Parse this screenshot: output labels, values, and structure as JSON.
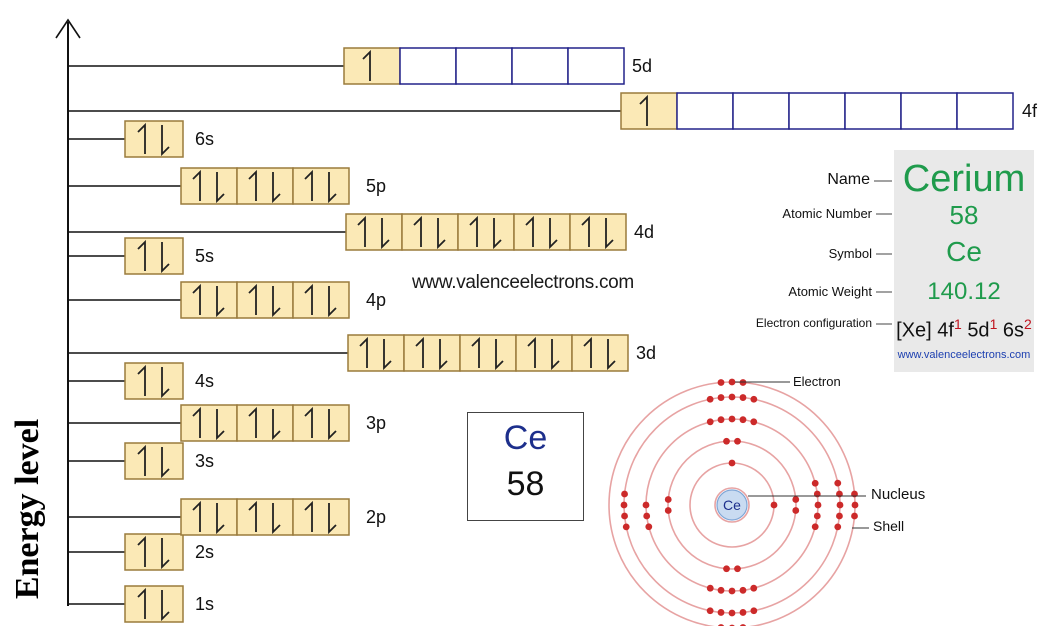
{
  "axis_label": "Energy level",
  "website": "www.valenceelectrons.com",
  "element_box": {
    "symbol": "Ce",
    "number": "58"
  },
  "card": {
    "name_label": "Name",
    "number_label": "Atomic Number",
    "symbol_label": "Symbol",
    "weight_label": "Atomic Weight",
    "config_label": "Electron configuration",
    "name": "Cerium",
    "number": "58",
    "symbol": "Ce",
    "weight": "140.12",
    "config_core": "[Xe] 4f",
    "config_4f": "1",
    "config_5d_label": "5d",
    "config_5d": "1",
    "config_6s_label": "6s",
    "config_6s": "2",
    "website": "www.valenceelectrons.com"
  },
  "atom": {
    "nucleus_symbol": "Ce",
    "electron_label": "Electron",
    "nucleus_label": "Nucleus",
    "shell_label": "Shell",
    "shell_electrons": [
      2,
      8,
      18,
      19,
      9,
      2
    ]
  },
  "orbitals": [
    {
      "name": "1s",
      "arrows": [
        "ud"
      ]
    },
    {
      "name": "2s",
      "arrows": [
        "ud"
      ]
    },
    {
      "name": "2p",
      "arrows": [
        "ud",
        "ud",
        "ud"
      ]
    },
    {
      "name": "3s",
      "arrows": [
        "ud"
      ]
    },
    {
      "name": "3p",
      "arrows": [
        "ud",
        "ud",
        "ud"
      ]
    },
    {
      "name": "4s",
      "arrows": [
        "ud"
      ]
    },
    {
      "name": "3d",
      "arrows": [
        "ud",
        "ud",
        "ud",
        "ud",
        "ud"
      ]
    },
    {
      "name": "4p",
      "arrows": [
        "ud",
        "ud",
        "ud"
      ]
    },
    {
      "name": "5s",
      "arrows": [
        "ud"
      ]
    },
    {
      "name": "4d",
      "arrows": [
        "ud",
        "ud",
        "ud",
        "ud",
        "ud"
      ]
    },
    {
      "name": "5p",
      "arrows": [
        "ud",
        "ud",
        "ud"
      ]
    },
    {
      "name": "6s",
      "arrows": [
        "ud"
      ]
    },
    {
      "name": "4f",
      "arrows": [
        "u",
        "",
        "",
        "",
        "",
        "",
        ""
      ]
    },
    {
      "name": "5d",
      "arrows": [
        "u",
        "",
        "",
        "",
        ""
      ]
    }
  ],
  "colors": {
    "filled": "#fbe9b6",
    "filled_border": "#9a7b3c",
    "empty_border": "#22228a",
    "shell": "#e7a3a3",
    "electron": "#cc2a2a"
  }
}
